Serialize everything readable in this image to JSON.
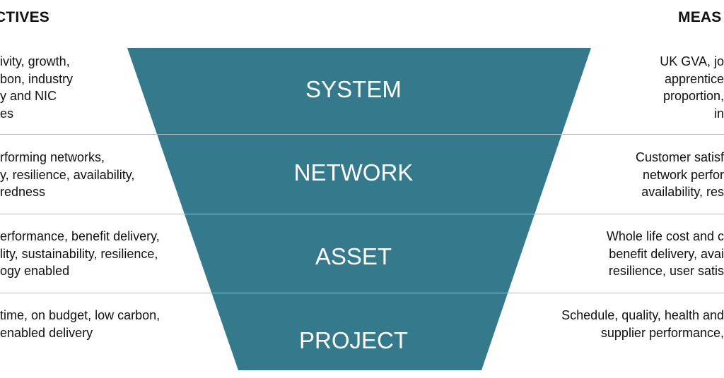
{
  "headings": {
    "objectives": "CTIVES",
    "measures": "MEAS"
  },
  "funnel_color": "#357a8c",
  "levels": [
    {
      "label": "SYSTEM",
      "objectives": [
        "ivity, growth,",
        "bon, industry",
        "y and NIC",
        "es"
      ],
      "measures": [
        "UK GVA, jo",
        "apprentice",
        "proportion,",
        "in"
      ]
    },
    {
      "label": "NETWORK",
      "objectives": [
        "rforming networks,",
        "y, resilience, availability,",
        "redness"
      ],
      "measures": [
        "Customer satisf",
        "network perfor",
        "availability, res"
      ]
    },
    {
      "label": "ASSET",
      "objectives": [
        "erformance, benefit delivery,",
        "lity, sustainability, resilience,",
        "ogy enabled"
      ],
      "measures": [
        "Whole life cost and c",
        "benefit delivery, avai",
        "resilience, user satis"
      ]
    },
    {
      "label": "PROJECT",
      "objectives": [
        " time, on budget, low carbon,",
        "enabled delivery"
      ],
      "measures": [
        "Schedule, quality, health and",
        "supplier performance,"
      ]
    }
  ]
}
